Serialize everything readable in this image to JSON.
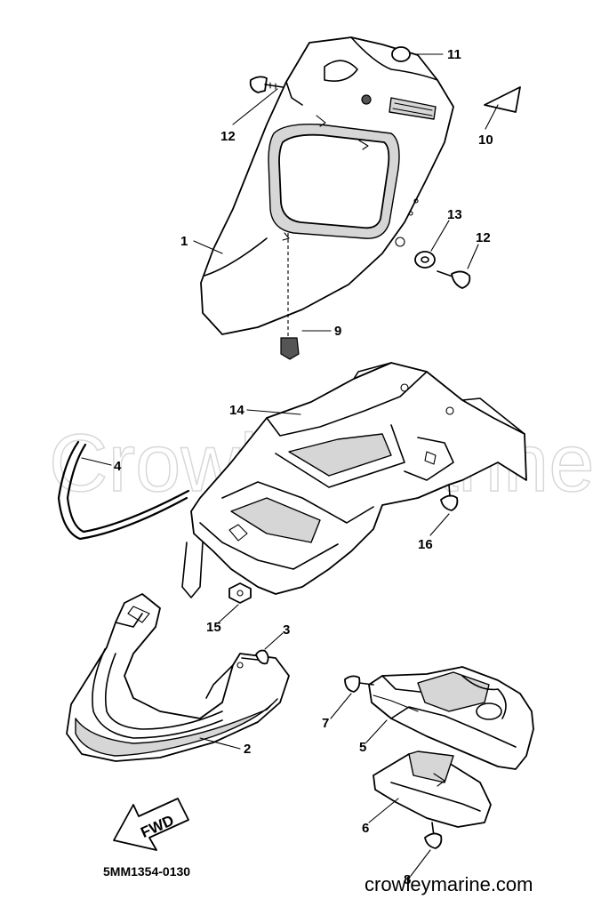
{
  "watermark_text": "Crowleymarine",
  "footer_text": "crowleymarine.com",
  "drawing_code": "5MM1354-0130",
  "fwd_label": "FWD",
  "callouts": [
    "1",
    "2",
    "3",
    "4",
    "5",
    "6",
    "7",
    "8",
    "9",
    "10",
    "11",
    "12",
    "12",
    "13",
    "14",
    "15",
    "16"
  ],
  "colors": {
    "ink": "#000000",
    "shade": "#d6d6d6",
    "watermark": "#d8d8d8",
    "background": "#ffffff"
  }
}
